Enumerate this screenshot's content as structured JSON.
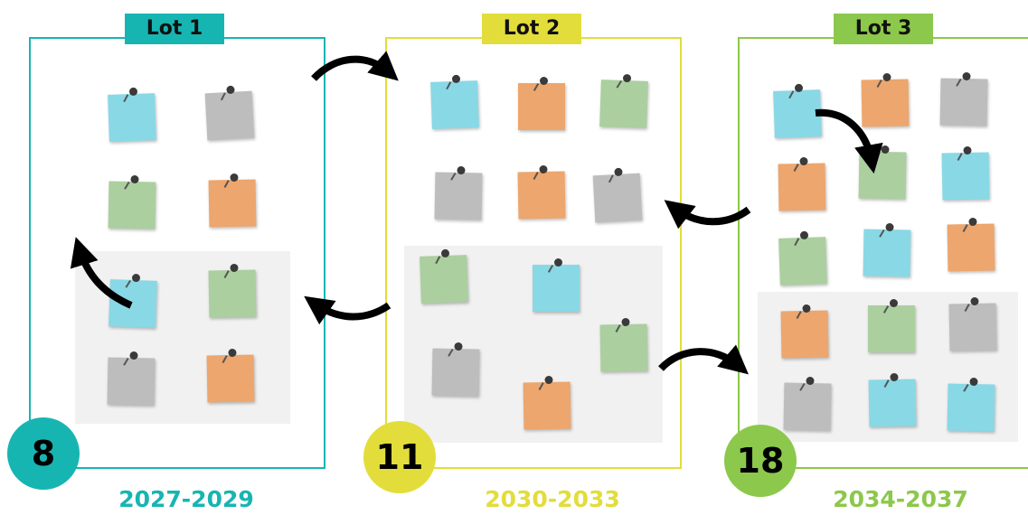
{
  "colors": {
    "lot1": "#17b5b2",
    "lot2": "#e2dd3a",
    "lot3": "#8cc84b",
    "note_blue": "#89d8e6",
    "note_gray": "#bdbdbd",
    "note_green": "#abcf9f",
    "note_orange": "#eda66d",
    "zone": "#f1f1f1",
    "arrow": "#000000"
  },
  "lots": [
    {
      "label": "Lot 1",
      "count": "8",
      "years": "2027-2029",
      "notes": [
        "blue",
        "gray",
        "green",
        "orange",
        "blue",
        "green",
        "gray",
        "orange"
      ]
    },
    {
      "label": "Lot 2",
      "count": "11",
      "years": "2030-2033",
      "notes": [
        "blue",
        "orange",
        "green",
        "gray",
        "orange",
        "gray",
        "green",
        "blue",
        "gray",
        "green",
        "orange"
      ]
    },
    {
      "label": "Lot 3",
      "count": "18",
      "years": "2034-2037",
      "notes": [
        "blue",
        "orange",
        "gray",
        "orange",
        "green",
        "blue",
        "green",
        "blue",
        "orange",
        "orange",
        "green",
        "gray",
        "gray",
        "blue",
        "blue"
      ]
    }
  ],
  "arrows": [
    {
      "from": "Lot 1",
      "to": "Lot 2",
      "icon": "curved-arrow-icon"
    },
    {
      "from": "Lot 2",
      "to": "Lot 1",
      "icon": "curved-arrow-icon"
    },
    {
      "from": "Lot 2",
      "to": "Lot 3",
      "icon": "curved-arrow-icon"
    },
    {
      "from": "Lot 3",
      "to": "Lot 2",
      "icon": "curved-arrow-icon"
    },
    {
      "from": "Lot 1 note",
      "to": "Lot 1 note",
      "icon": "curved-arrow-icon"
    },
    {
      "from": "Lot 3 note",
      "to": "Lot 3 note",
      "icon": "curved-arrow-icon"
    }
  ]
}
